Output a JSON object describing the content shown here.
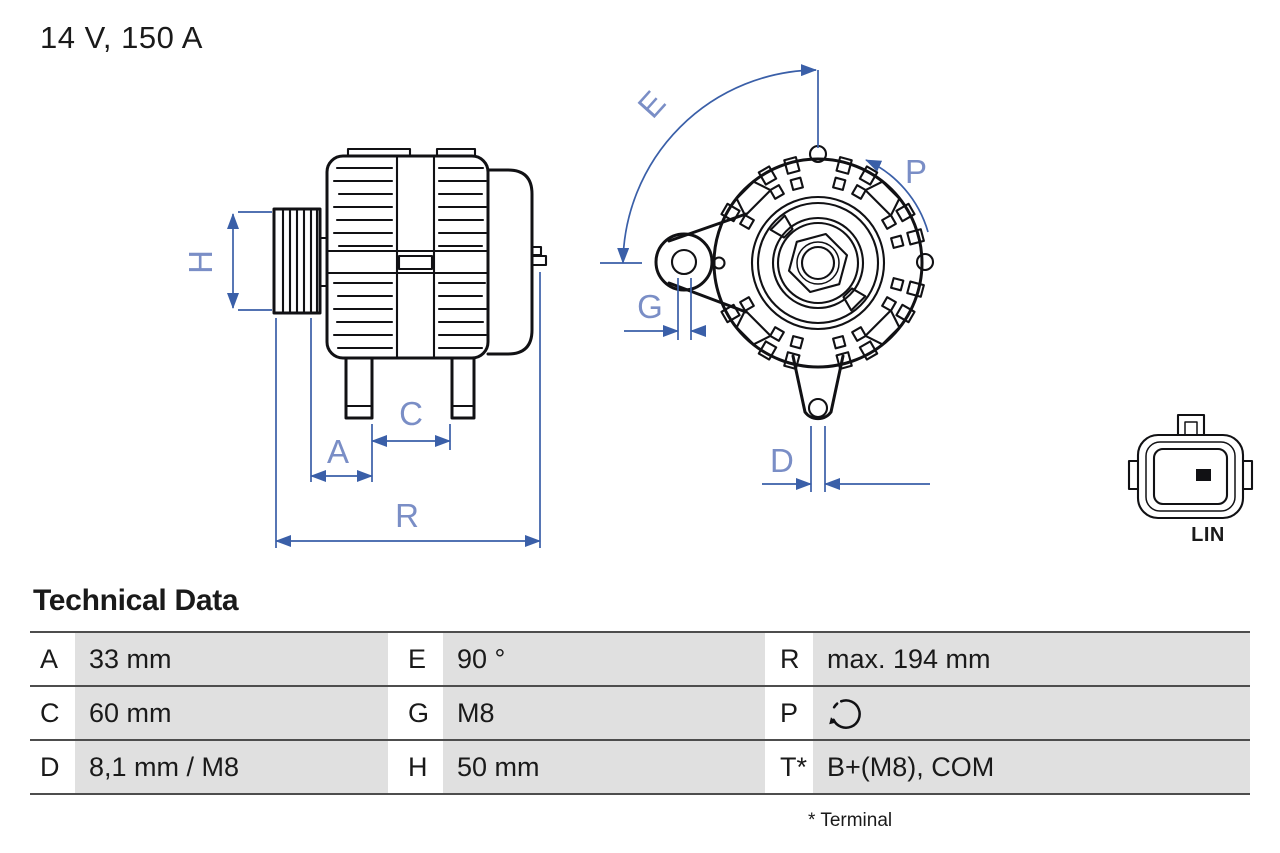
{
  "page": {
    "title": "14 V, 150 A"
  },
  "colors": {
    "ink": "#111114",
    "dim-line": "#3a5fa8",
    "dim-label": "#7a8ec6",
    "table-border": "#4d4d4d",
    "table-value-bg": "#e0e0e0",
    "text": "#1a1a1a",
    "page-bg": "#ffffff"
  },
  "drawing": {
    "labels": {
      "H": "H",
      "A": "A",
      "C": "C",
      "R": "R",
      "E": "E",
      "G": "G",
      "P": "P",
      "D": "D"
    },
    "connector_label": "LIN"
  },
  "technical_data": {
    "heading": "Technical Data",
    "rows": [
      {
        "cells": [
          {
            "k": "A",
            "v": "33 mm"
          },
          {
            "k": "E",
            "v": "90 °"
          },
          {
            "k": "R",
            "v": "max. 194 mm"
          }
        ]
      },
      {
        "cells": [
          {
            "k": "C",
            "v": "60 mm"
          },
          {
            "k": "G",
            "v": "M8"
          },
          {
            "k": "P",
            "v": "",
            "icon": "rotation-direction-counterclockwise"
          }
        ]
      },
      {
        "cells": [
          {
            "k": "D",
            "v": "8,1 mm / M8"
          },
          {
            "k": "H",
            "v": "50 mm"
          },
          {
            "k": "T*",
            "v": "B+(M8), COM"
          }
        ]
      }
    ],
    "footnote": "* Terminal"
  }
}
